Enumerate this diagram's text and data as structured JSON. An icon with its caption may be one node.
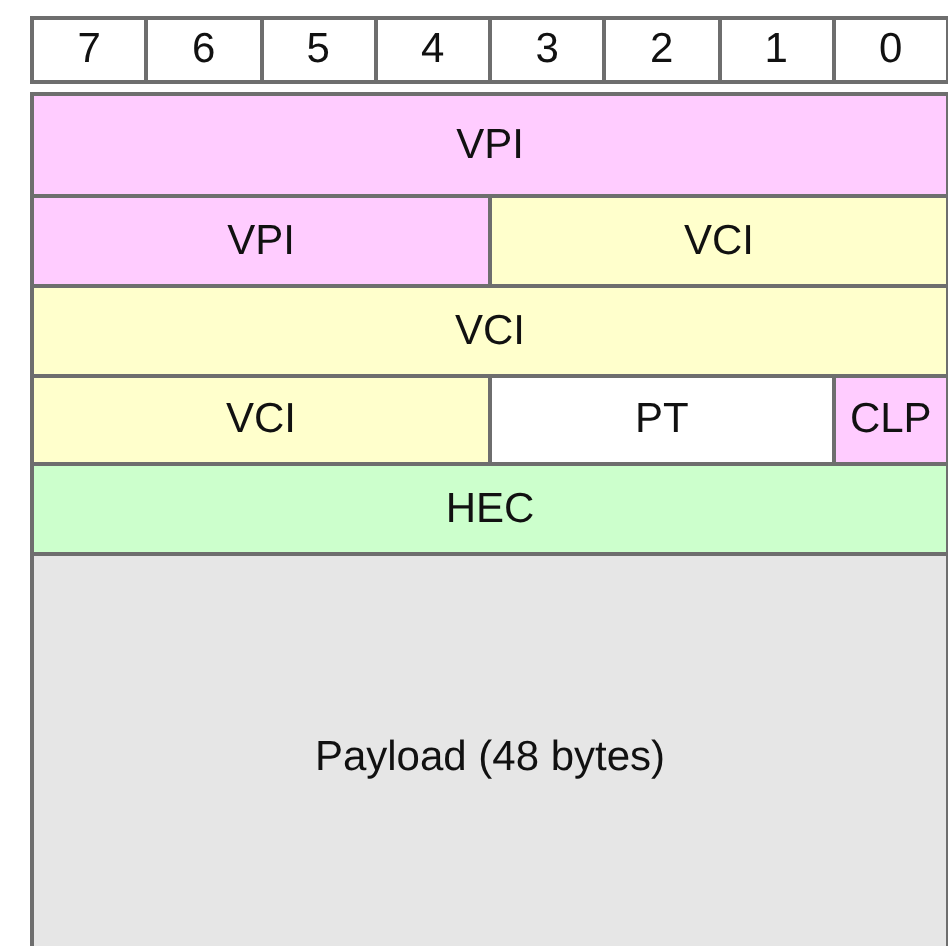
{
  "diagram": {
    "nodes": [
      {
        "text": [
          "7"
        ]
      },
      {
        "text": [
          "6"
        ]
      },
      {
        "text": [
          "5"
        ]
      },
      {
        "text": [
          "4"
        ]
      },
      {
        "text": [
          "3"
        ]
      },
      {
        "text": [
          "2"
        ]
      },
      {
        "text": [
          "1"
        ]
      },
      {
        "text": [
          "0"
        ]
      },
      {
        "text": [
          "VPI"
        ]
      },
      {
        "text": [
          "VPI"
        ]
      },
      {
        "text": [
          "VCI"
        ]
      },
      {
        "text": [
          "VCI"
        ]
      },
      {
        "text": [
          "VCI"
        ]
      },
      {
        "text": [
          "PT"
        ]
      },
      {
        "text": [
          "CLP"
        ]
      },
      {
        "text": [
          "HEC"
        ]
      },
      {
        "text": [
          "Payload (48 bytes)"
        ]
      }
    ]
  }
}
